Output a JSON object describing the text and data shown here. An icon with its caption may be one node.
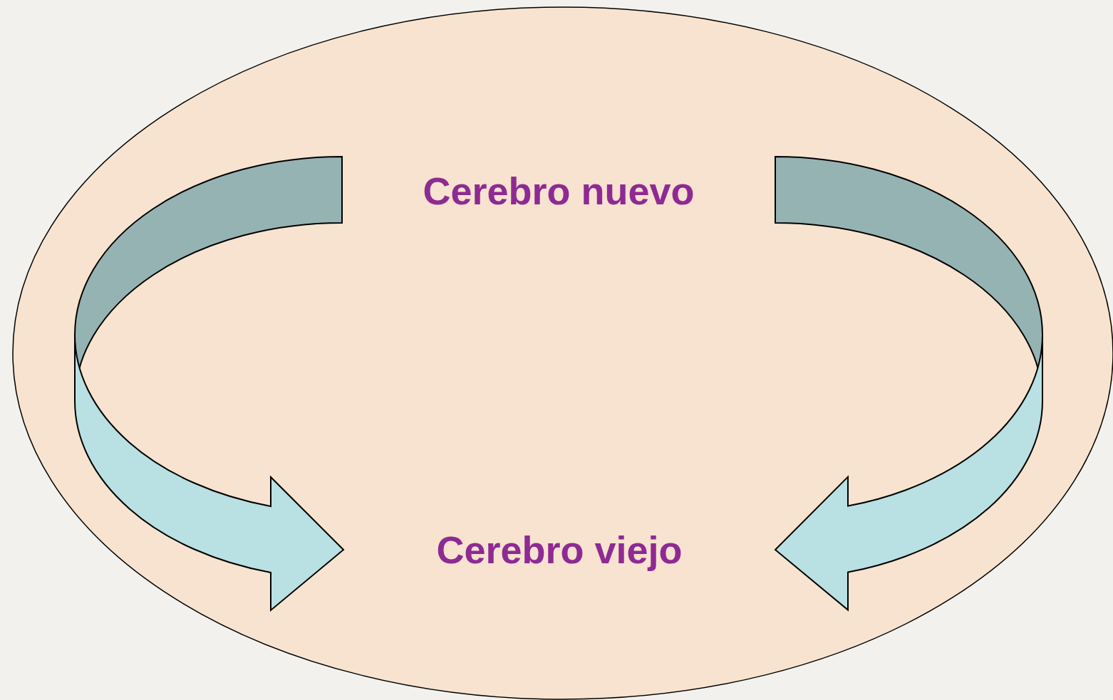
{
  "diagram": {
    "nodes": [
      {
        "text": [],
        "shape": "ellipse"
      },
      {
        "text": [
          "Cerebro nuevo"
        ],
        "in": 0
      },
      {
        "text": [
          "Cerebro viejo"
        ],
        "in": 0
      }
    ],
    "edges": [
      {
        "from": 1,
        "to": 2,
        "arrow": "to",
        "style": "thick"
      },
      {
        "from": 1,
        "to": 2,
        "arrow": "to",
        "style": "thick"
      }
    ]
  }
}
